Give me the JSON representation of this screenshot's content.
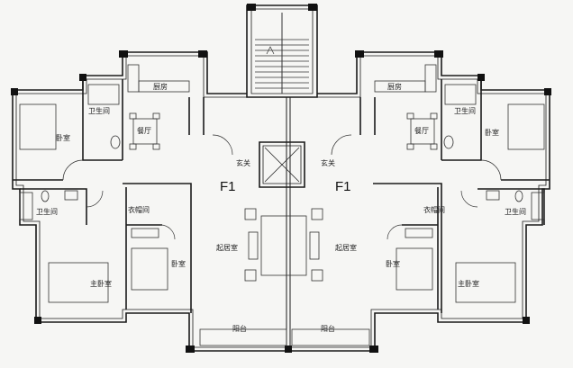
{
  "plan": {
    "floor_labels": [
      "F1",
      "F1"
    ],
    "rooms": {
      "kitchen": "厨房",
      "dining": "餐厅",
      "bathroom": "卫生间",
      "bedroom": "卧室",
      "master_bedroom": "主卧室",
      "foyer": "玄关",
      "living_room": "起居室",
      "walk_in_closet": "衣帽间",
      "balcony_left": "阳台",
      "balcony_right": "阳台"
    }
  }
}
